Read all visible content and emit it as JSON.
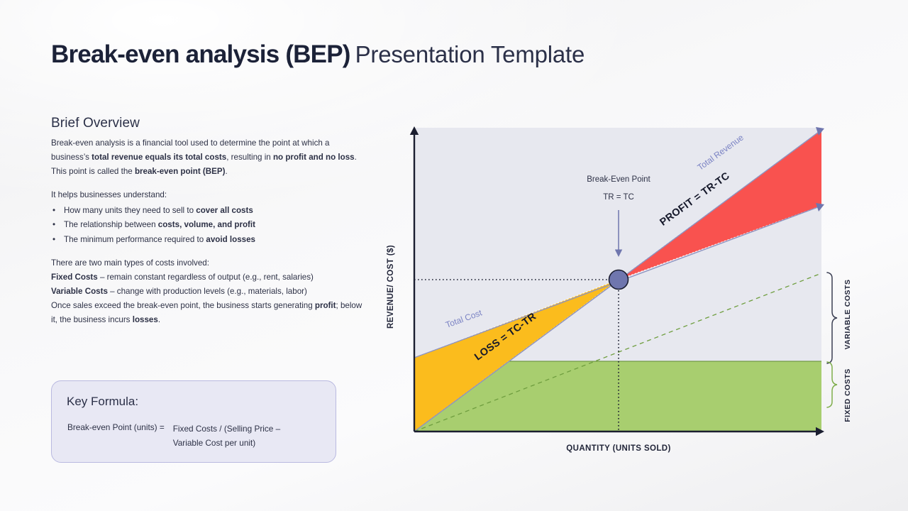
{
  "title": {
    "bold_part": "Break-even analysis (BEP)",
    "light_part": "Presentation Template"
  },
  "overview": {
    "heading": "Brief Overview",
    "paragraph1_a": "Break-even analysis is a financial tool used to determine the point at which a business’s ",
    "paragraph1_b": "total revenue equals its total costs",
    "paragraph1_c": ", resulting in ",
    "paragraph1_d": "no profit and no loss",
    "paragraph1_e": ". This point is called the ",
    "paragraph1_f": "break-even point (BEP)",
    "paragraph1_g": ".",
    "intro_list": "It helps businesses understand:",
    "bullets": [
      {
        "plain": "How many units they need to sell to ",
        "bold": "cover all costs"
      },
      {
        "plain": "The relationship between ",
        "bold": "costs, volume, and profit"
      },
      {
        "plain": "The minimum performance required to ",
        "bold": "avoid losses"
      }
    ],
    "costs_intro": "There are two main types of costs involved:",
    "fixed_label": "Fixed Costs",
    "fixed_desc": " – remain constant regardless of output (e.g., rent, salaries)",
    "variable_label": "Variable Costs",
    "variable_desc": " – change with production levels (e.g., materials, labor)",
    "closing_a": "Once sales exceed the break-even point, the business starts generating ",
    "closing_b": "profit",
    "closing_c": "; below it, the business incurs ",
    "closing_d": "losses",
    "closing_e": "."
  },
  "formula": {
    "title": "Key Formula:",
    "lhs": "Break-even Point (units) =",
    "rhs": "Fixed Costs / (Selling Price – Variable Cost per unit)"
  },
  "chart_data": {
    "type": "line",
    "title": "Break-even analysis chart",
    "xlabel": "QUANTITY (UNITS SOLD)",
    "ylabel": "REVENUE/ COST  ($)",
    "xlim": [
      0,
      100
    ],
    "ylim": [
      0,
      100
    ],
    "grid": false,
    "legend": "inline-annotations",
    "series": [
      {
        "name": "Total Revenue",
        "label": "Total Revenue",
        "color": "#7b83c4",
        "style": "solid",
        "x": [
          0,
          100
        ],
        "y": [
          0,
          100
        ]
      },
      {
        "name": "Total Cost",
        "label": "Total Cost",
        "color": "#7b83c4",
        "style": "solid",
        "x": [
          0,
          100
        ],
        "y": [
          27,
          75
        ]
      },
      {
        "name": "Variable Costs",
        "label": "VARIABLE COSTS",
        "color": "#6f9e3f",
        "style": "dashed",
        "x": [
          0,
          100
        ],
        "y": [
          0,
          49
        ]
      },
      {
        "name": "Fixed Costs",
        "label": "FIXED COSTS",
        "color": "#a8ce6f",
        "style": "filled-band",
        "x": [
          0,
          100
        ],
        "y": [
          27,
          27
        ]
      }
    ],
    "regions": [
      {
        "name": "profit",
        "label": "PROFIT = TR-TC",
        "color": "#f9524f"
      },
      {
        "name": "loss",
        "label": "LOSS = TC-TR",
        "color": "#fbbc1d"
      },
      {
        "name": "fixed-costs-band",
        "label": "FIXED COSTS",
        "color": "#a8ce6f"
      }
    ],
    "annotations": {
      "break_even_label": "Break-Even Point",
      "break_even_equation": "TR = TC",
      "break_even_point": {
        "x": 52,
        "y": 52
      },
      "bracket_variable": "VARIABLE COSTS",
      "bracket_fixed": "FIXED COSTS"
    },
    "colors": {
      "plot_background": "#e7e8ef",
      "axis": "#1b1e30",
      "profit": "#f9524f",
      "loss": "#fbbc1d",
      "fixed": "#a8ce6f",
      "marker": "#6f76ae",
      "accent_line": "#7b83c4",
      "dashed_green": "#6f9e3f"
    }
  }
}
